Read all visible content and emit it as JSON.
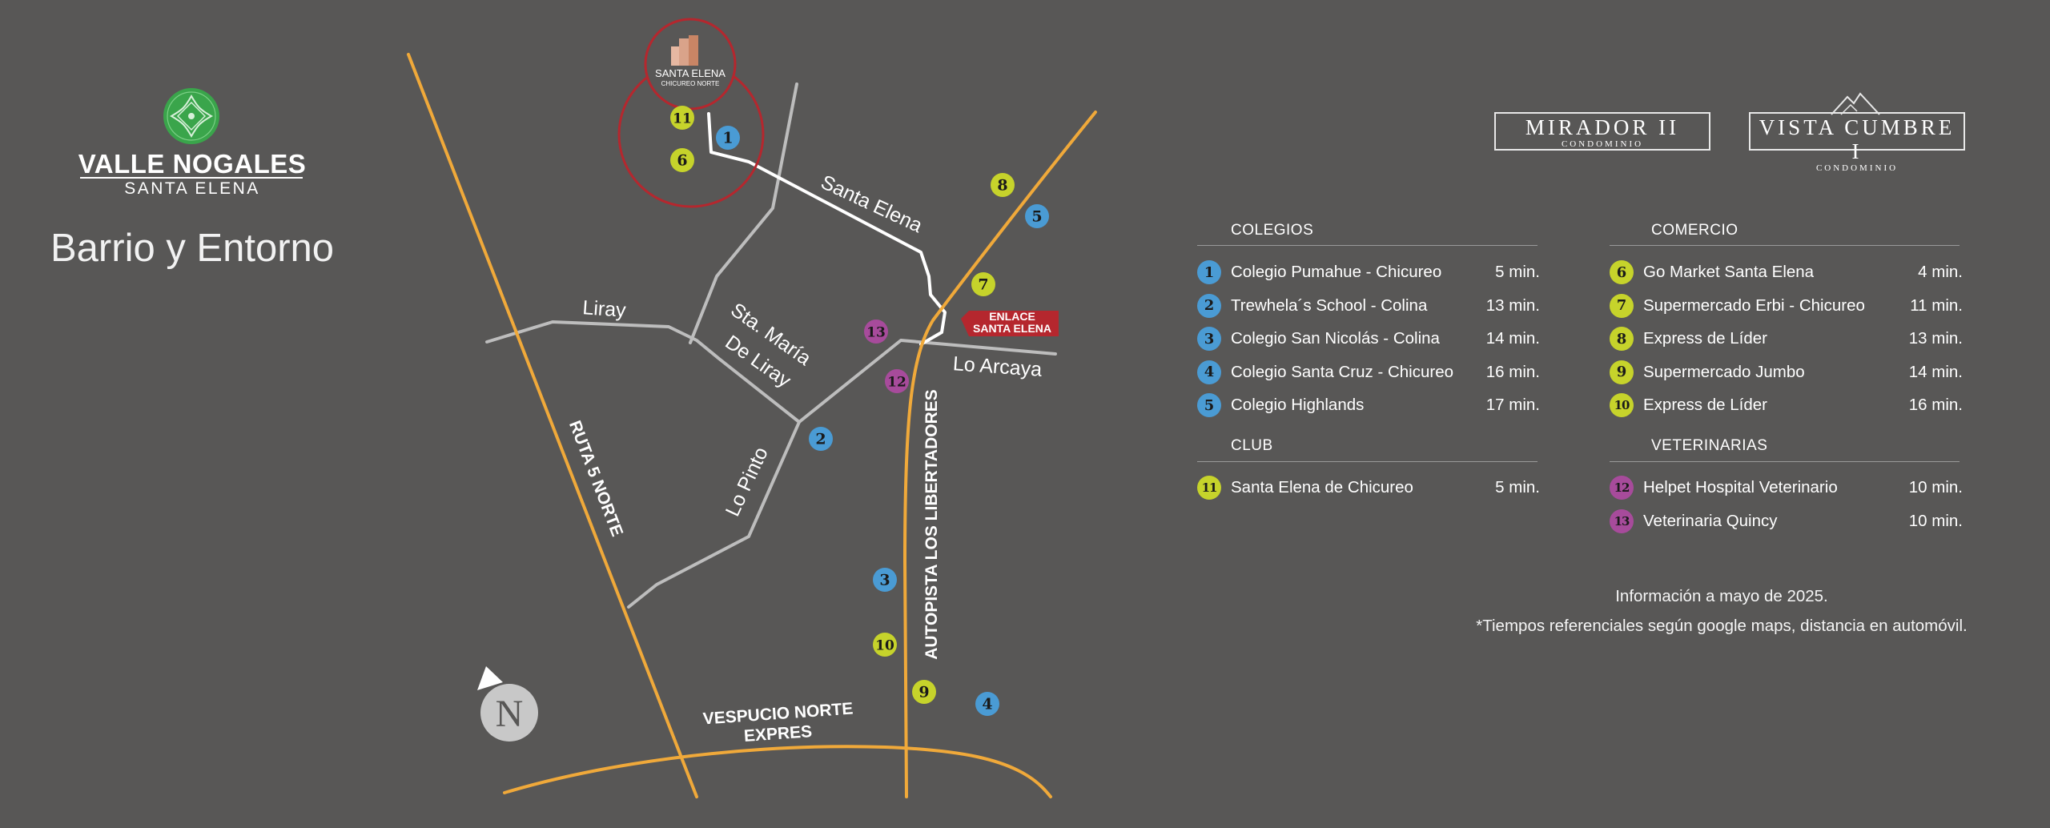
{
  "brand": {
    "name": "VALLE NOGALES",
    "subtitle": "SANTA ELENA"
  },
  "page_title": "Barrio y Entorno",
  "colors": {
    "background": "#585756",
    "highway": "#f0a93a",
    "street": "#bdbdbd",
    "main_street": "#ffffff",
    "school": "#4a9bd4",
    "commerce": "#c6d32b",
    "vet": "#a74b9b",
    "club": "#c6d32b",
    "accent_red": "#b5272e",
    "brand_green": "#3aa54b"
  },
  "map": {
    "project_logo": {
      "line1": "SANTA ELENA",
      "line2": "CHICUREO NORTE"
    },
    "enlace_label": [
      "ENLACE",
      "SANTA ELENA"
    ],
    "roads": {
      "santa_elena": "Santa Elena",
      "liray": "Liray",
      "sta_maria_line1": "Sta. María",
      "sta_maria_line2": "De Liray",
      "lo_arcaya": "Lo Arcaya",
      "lo_pinto": "Lo Pinto",
      "ruta5": "RUTA 5 NORTE",
      "autopista": "AUTOPISTA LOS LIBERTADORES",
      "vespucio_line1": "VESPUCIO NORTE",
      "vespucio_line2": "EXPRES"
    },
    "compass": "N",
    "pins": [
      {
        "n": "1",
        "kind": "school"
      },
      {
        "n": "2",
        "kind": "school"
      },
      {
        "n": "3",
        "kind": "school"
      },
      {
        "n": "4",
        "kind": "school"
      },
      {
        "n": "5",
        "kind": "school"
      },
      {
        "n": "6",
        "kind": "commerce"
      },
      {
        "n": "7",
        "kind": "commerce"
      },
      {
        "n": "8",
        "kind": "commerce"
      },
      {
        "n": "9",
        "kind": "commerce"
      },
      {
        "n": "10",
        "kind": "commerce"
      },
      {
        "n": "11",
        "kind": "club"
      },
      {
        "n": "12",
        "kind": "vet"
      },
      {
        "n": "13",
        "kind": "vet"
      }
    ]
  },
  "condos": {
    "mirador": {
      "name": "MIRADOR II",
      "sub": "CONDOMINIO"
    },
    "vista": {
      "name": "VISTA CUMBRE I",
      "sub": "CONDOMINIO"
    }
  },
  "legend": {
    "colegios": {
      "title": "COLEGIOS",
      "items": [
        {
          "n": "1",
          "label": "Colegio Pumahue - Chicureo",
          "time": "5 min."
        },
        {
          "n": "2",
          "label": "Trewhela´s School - Colina",
          "time": "13 min."
        },
        {
          "n": "3",
          "label": "Colegio San Nicolás - Colina",
          "time": "14 min."
        },
        {
          "n": "4",
          "label": "Colegio Santa Cruz - Chicureo",
          "time": "16 min."
        },
        {
          "n": "5",
          "label": "Colegio Highlands",
          "time": "17 min."
        }
      ]
    },
    "comercio": {
      "title": "COMERCIO",
      "items": [
        {
          "n": "6",
          "label": "Go Market Santa Elena",
          "time": "4 min."
        },
        {
          "n": "7",
          "label": "Supermercado Erbi - Chicureo",
          "time": "11 min."
        },
        {
          "n": "8",
          "label": "Express de Líder",
          "time": "13 min."
        },
        {
          "n": "9",
          "label": "Supermercado Jumbo",
          "time": "14 min."
        },
        {
          "n": "10",
          "label": "Express de Líder",
          "time": "16 min."
        }
      ]
    },
    "club": {
      "title": "CLUB",
      "items": [
        {
          "n": "11",
          "label": "Santa Elena de Chicureo",
          "time": "5 min."
        }
      ]
    },
    "veterinarias": {
      "title": "VETERINARIAS",
      "items": [
        {
          "n": "12",
          "label": "Helpet Hospital Veterinario",
          "time": "10 min."
        },
        {
          "n": "13",
          "label": "Veterinaria Quincy",
          "time": "10 min."
        }
      ]
    }
  },
  "notes": {
    "date": "Información a mayo de 2025.",
    "disclaimer": "*Tiempos referenciales según google maps, distancia en automóvil."
  }
}
